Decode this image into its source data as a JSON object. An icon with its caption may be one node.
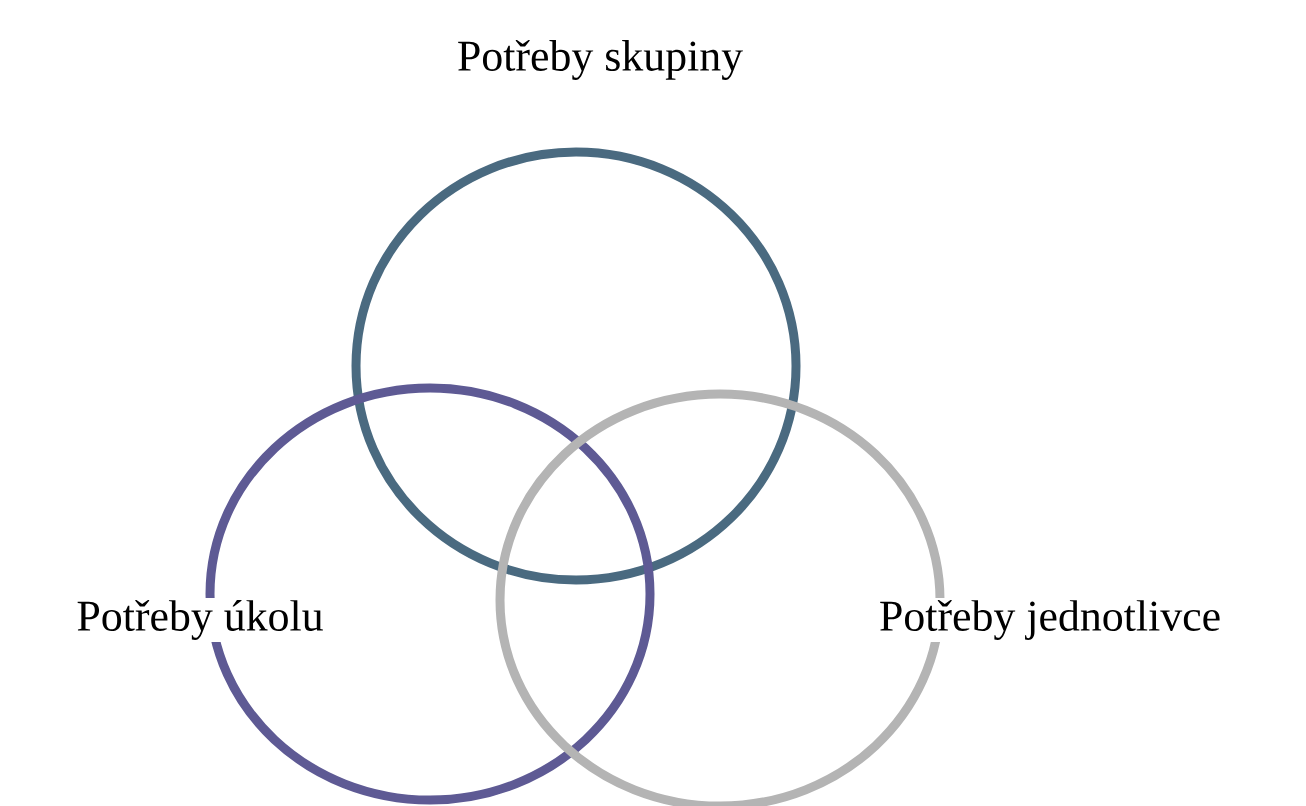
{
  "diagram": {
    "nodes": [
      {
        "text": [
          "Potřeby skupiny"
        ]
      },
      {
        "text": [
          "Potřeby úkolu"
        ]
      },
      {
        "text": [
          "Potřeby jednotlivce"
        ]
      }
    ],
    "edges": []
  }
}
